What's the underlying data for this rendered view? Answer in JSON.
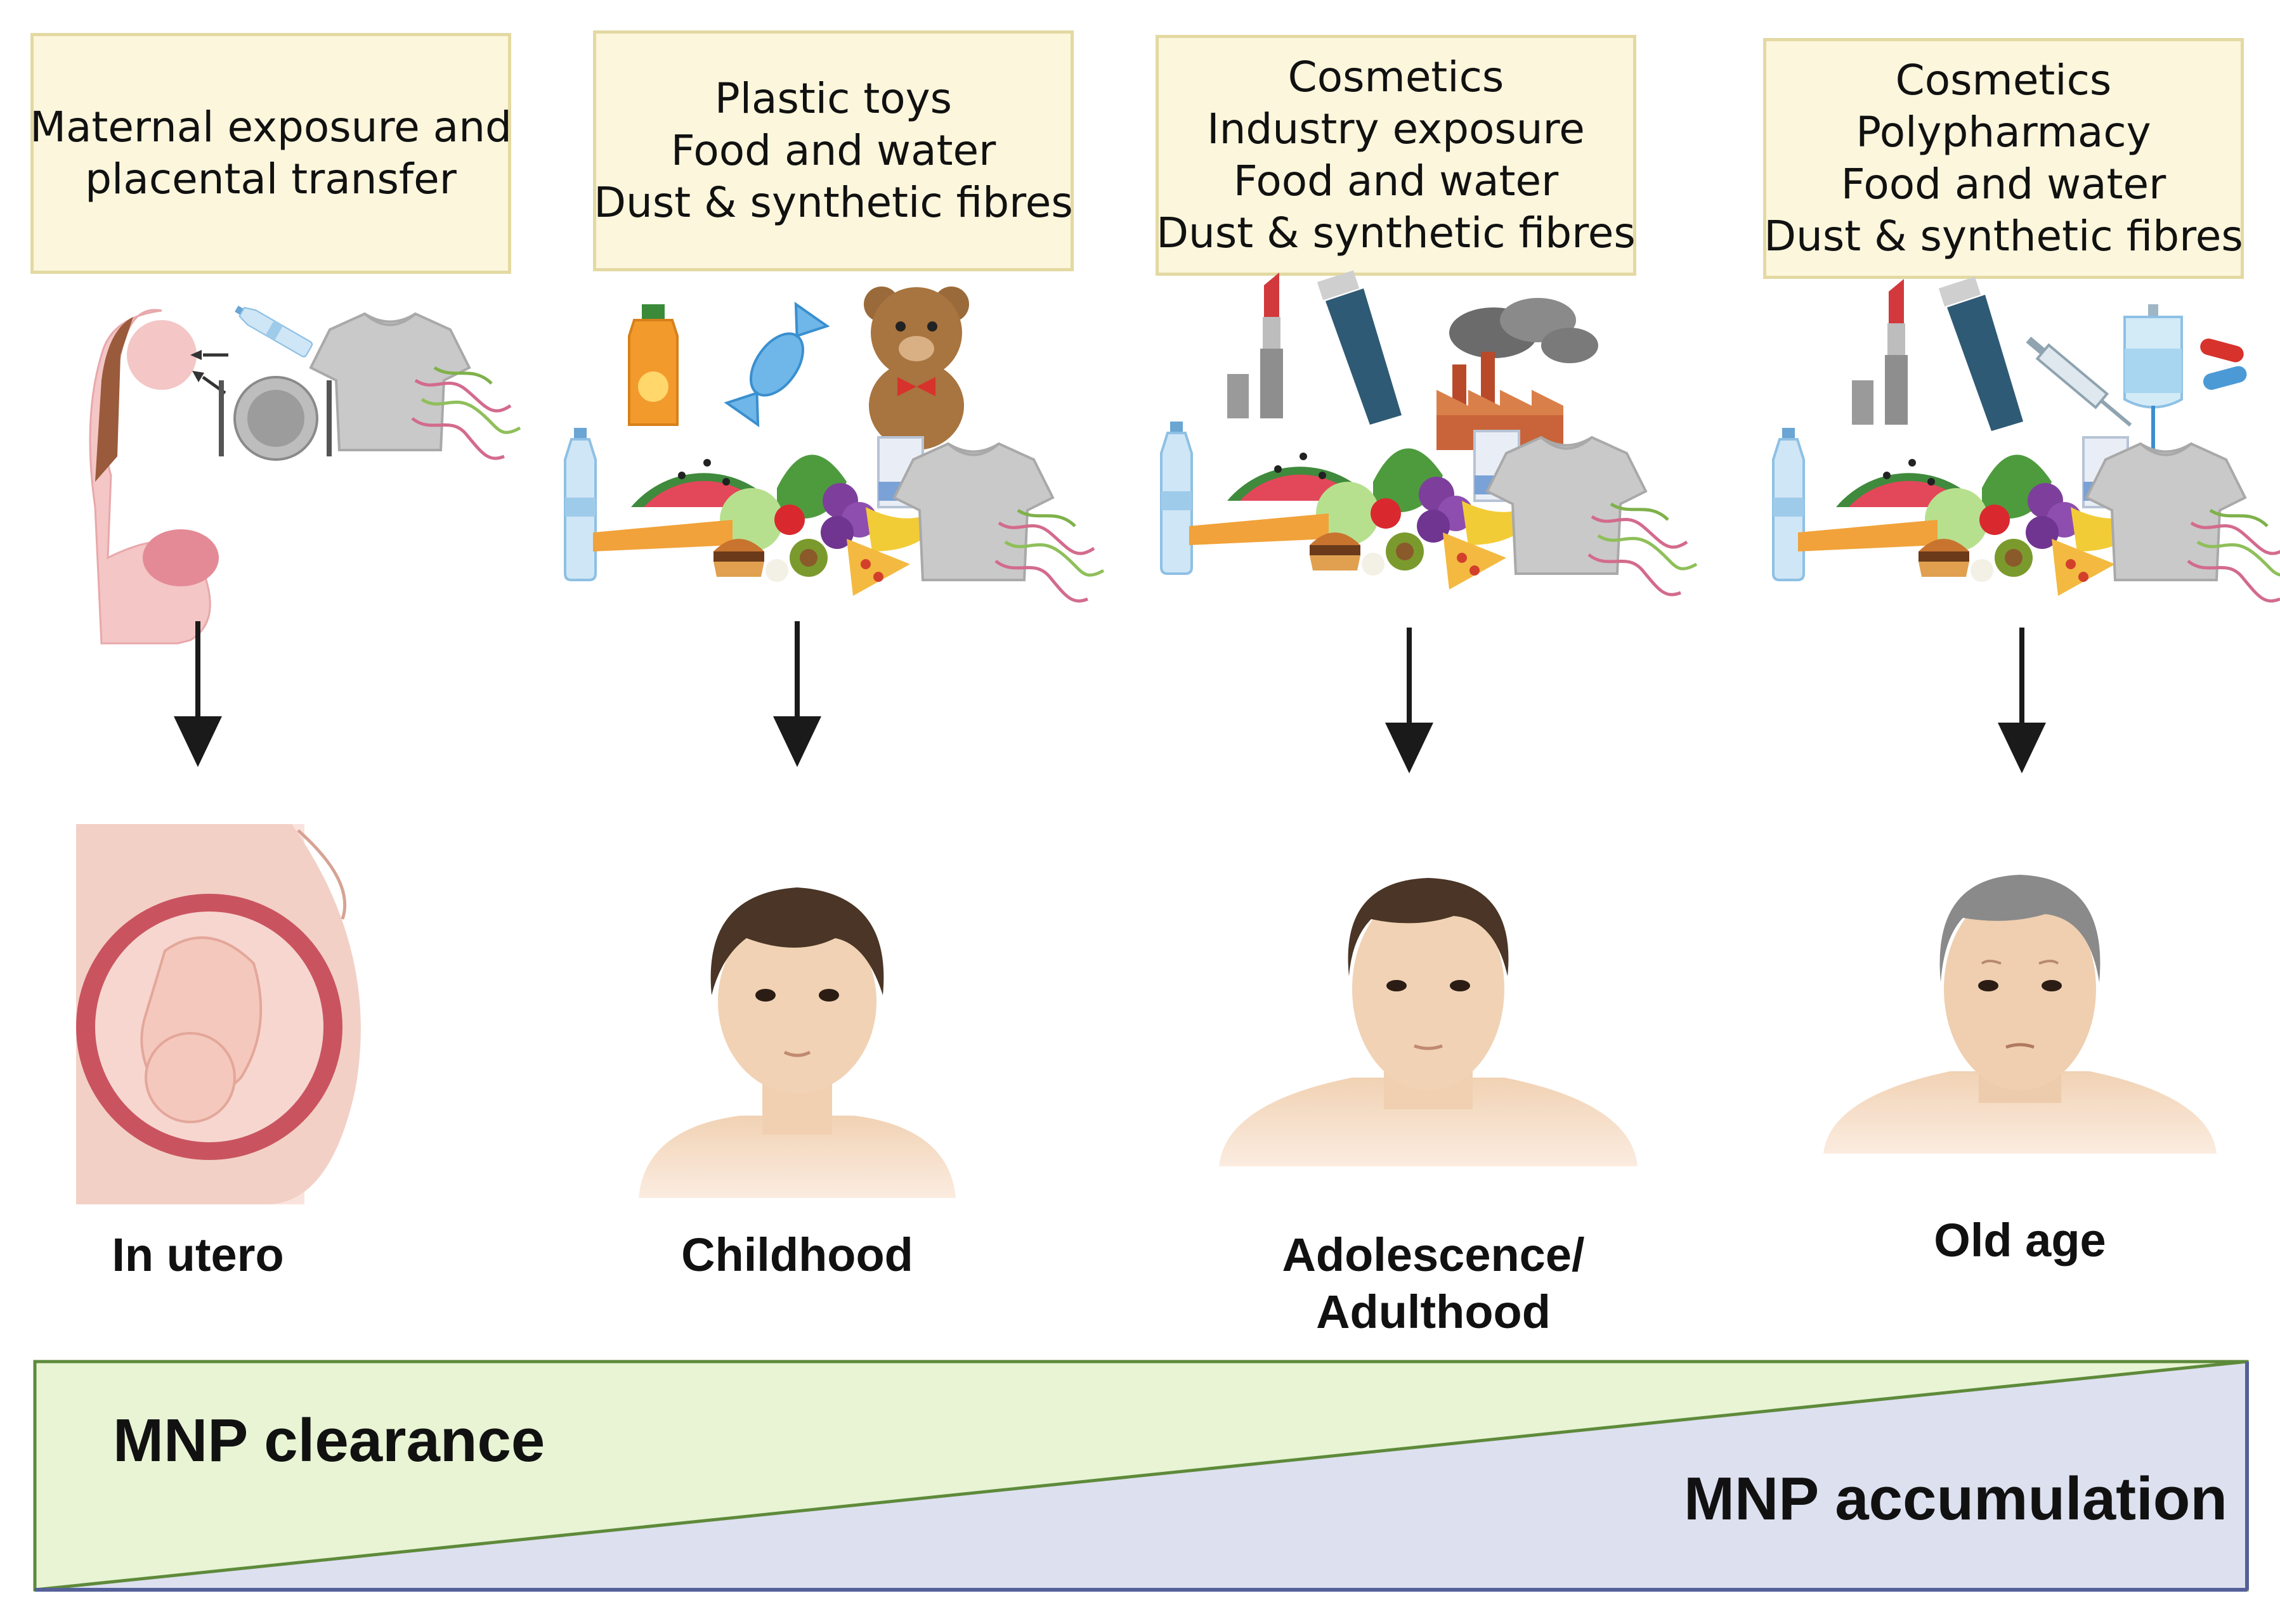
{
  "stages": [
    {
      "sources": [
        "Maternal exposure and",
        "placental transfer"
      ],
      "label": [
        "In utero"
      ]
    },
    {
      "sources": [
        "Plastic toys",
        "Food and water",
        "Dust & synthetic fibres"
      ],
      "label": [
        "Childhood"
      ]
    },
    {
      "sources": [
        "Cosmetics",
        "Industry exposure",
        "Food and water",
        "Dust & synthetic fibres"
      ],
      "label": [
        "Adolescence/",
        "Adulthood"
      ]
    },
    {
      "sources": [
        "Cosmetics",
        "Polypharmacy",
        "Food and water",
        "Dust & synthetic fibres"
      ],
      "label": [
        "Old age"
      ]
    }
  ],
  "gradient_bar": {
    "clearance_label": "MNP clearance",
    "accumulation_label": "MNP accumulation",
    "clearance_color": "#e8f4d4",
    "accumulation_color": "#dde0ef",
    "border_color": "#5e8a3a"
  },
  "icons": [
    "pregnant-woman-icon",
    "water-bottle-icon",
    "plate-cutlery-icon",
    "tshirt-fibres-icon",
    "juice-bottle-icon",
    "candy-icon",
    "teddy-bear-icon",
    "food-pile-icon",
    "lipstick-icon",
    "cream-tube-icon",
    "factory-icon",
    "syringe-icon",
    "iv-bag-icon",
    "pills-icon",
    "fetus-womb-icon",
    "child-portrait-icon",
    "adult-portrait-icon",
    "elderly-portrait-icon",
    "down-arrow-icon"
  ]
}
